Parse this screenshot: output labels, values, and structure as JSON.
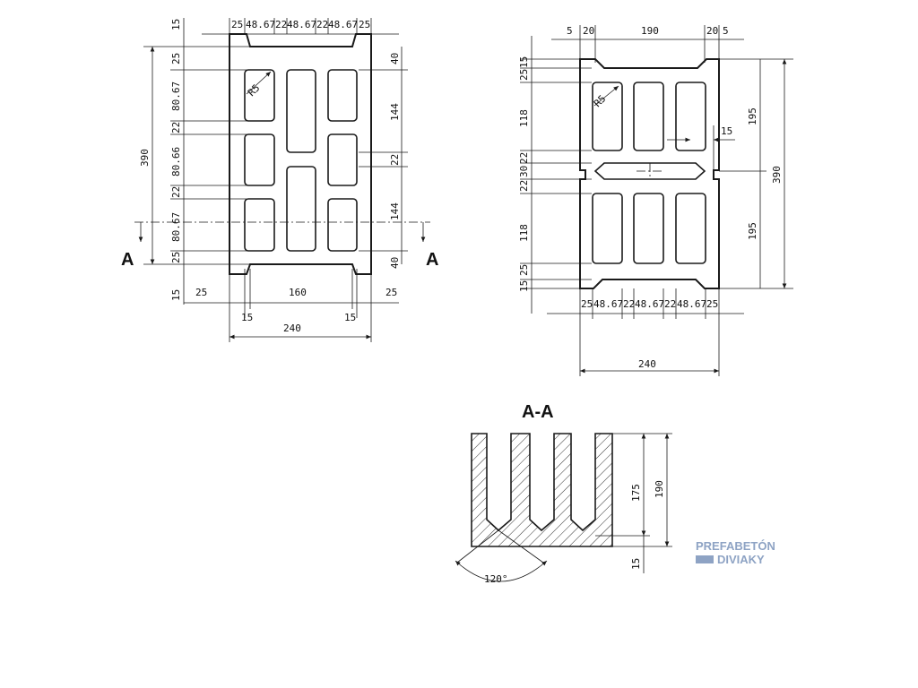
{
  "front_view": {
    "top_dims": [
      "25",
      "48.67",
      "22",
      "48.67",
      "22",
      "48.67",
      "25"
    ],
    "top_offset": "15",
    "left_dims": [
      "25",
      "80.67",
      "22",
      "80.66",
      "22",
      "80.67",
      "25"
    ],
    "left_total": "390",
    "bottom_offset": "15",
    "right_dims": [
      "40",
      "144",
      "22",
      "144",
      "40"
    ],
    "bottom_dims": [
      "25",
      "160",
      "25"
    ],
    "bottom_small": [
      "15",
      "15"
    ],
    "width_total": "240",
    "radius": "R5",
    "section_marker": "A"
  },
  "side_view": {
    "top_dims": [
      "5",
      "20",
      "190",
      "20",
      "5"
    ],
    "left_dims": [
      "15",
      "25",
      "118",
      "22",
      "30",
      "22",
      "118",
      "25",
      "15"
    ],
    "right_dims": [
      "195",
      "195"
    ],
    "right_total": "390",
    "slot_dim": "15",
    "radius": "R5",
    "bottom_dims": [
      "25",
      "48.67",
      "22",
      "48.67",
      "22",
      "48.67",
      "25"
    ],
    "width_total": "240"
  },
  "section": {
    "title": "A-A",
    "dims": [
      "175",
      "190",
      "15"
    ],
    "angle": "120°"
  },
  "logo": {
    "line1": "PREFABETÓN",
    "line2": "DIVIAKY"
  }
}
